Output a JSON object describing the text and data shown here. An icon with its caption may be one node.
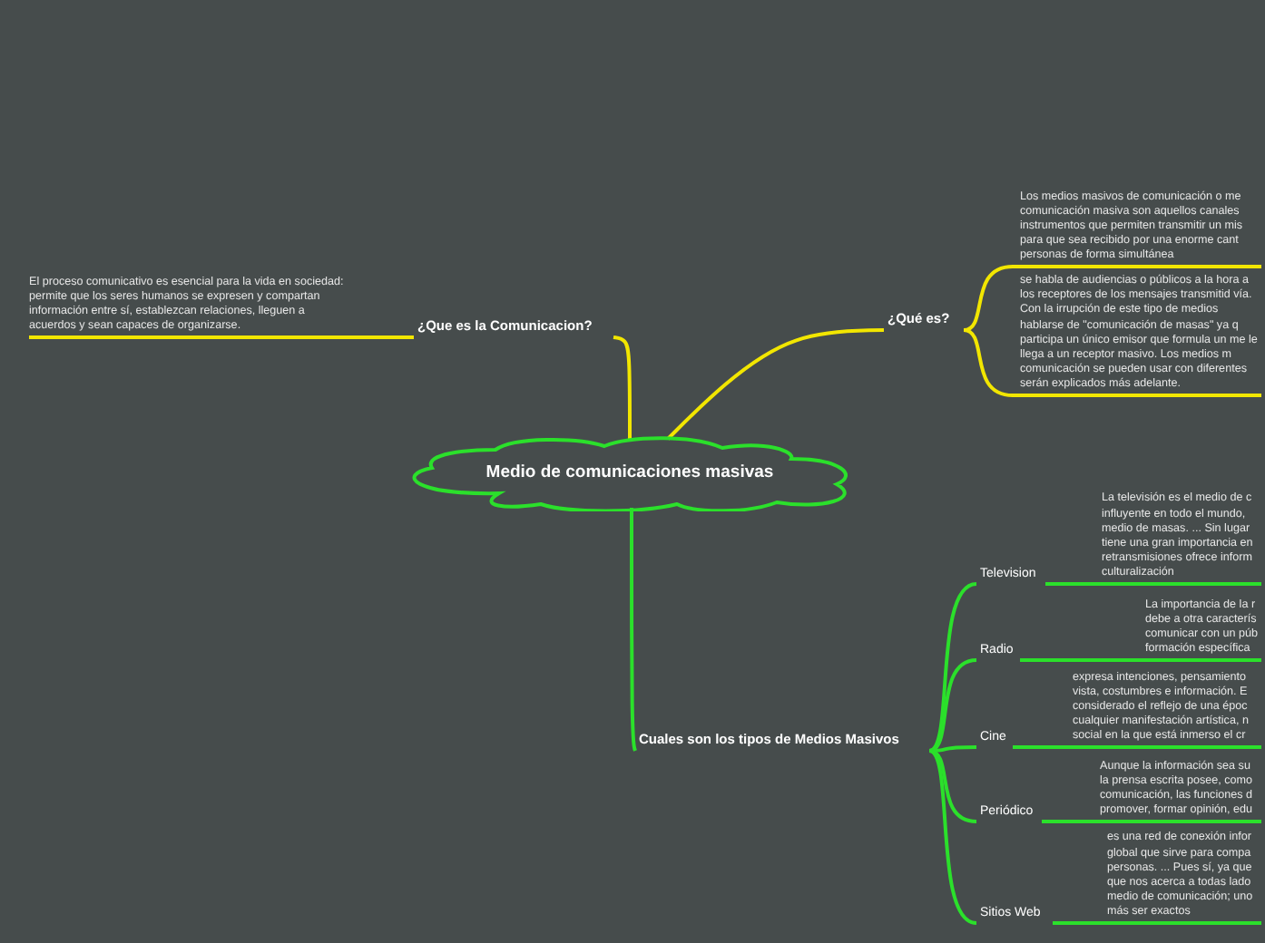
{
  "diagram": {
    "nodes": [
      {
        "text": [
          "Medio de comunicaciones masivas"
        ]
      },
      {
        "text": [
          "¿Que es la Comunicacion?"
        ]
      },
      {
        "text": [
          "El proceso comunicativo es esencial para la vida en sociedad: permite que los seres humanos se expresen y compartan información entre sí, establezcan relaciones, lleguen a acuerdos y sean capaces de organizarse."
        ]
      },
      {
        "text": [
          "¿Qué es?"
        ]
      },
      {
        "text": [
          "Los medios masivos de comunicación o me comunicación masiva son aquellos canales instrumentos que permiten transmitir un mis para que sea recibido por una enorme cant personas de forma simultánea"
        ]
      },
      {
        "text": [
          "se habla de audiencias o públicos a la hora a los receptores de los mensajes transmitid vía. Con la irrupción de este tipo de medios hablarse de \"comunicación de masas\" ya q participa un único emisor que formula un me le llega a un receptor masivo. Los medios m comunicación se pueden usar con diferentes serán explicados más adelante."
        ]
      },
      {
        "text": [
          "Cuales son los tipos de Medios Masivos"
        ]
      },
      {
        "text": [
          "Television"
        ]
      },
      {
        "text": [
          "La televisión es el medio de c influyente en todo el mundo, medio de masas. ... Sin lugar tiene una gran importancia en retransmisiones ofrece inform culturalización"
        ]
      },
      {
        "text": [
          "Radio"
        ]
      },
      {
        "text": [
          "La importancia de la r debe a otra caracterís comunicar con un púb formación específica"
        ]
      },
      {
        "text": [
          "Cine"
        ]
      },
      {
        "text": [
          "expresa intenciones, pensamiento vista, costumbres e información. E considerado el reflejo de una époc cualquier manifestación artística, n social en la que está inmerso el cr"
        ]
      },
      {
        "text": [
          "Periódico"
        ]
      },
      {
        "text": [
          "Aunque la información sea su la prensa escrita posee, como comunicación, las funciones d promover, formar opinión, edu"
        ]
      },
      {
        "text": [
          "Sitios Web"
        ]
      },
      {
        "text": [
          "es una red de conexión infor global que sirve para compa personas. ... Pues sí, ya que que nos acerca a todas lado medio de comunicación; uno más ser exactos"
        ]
      }
    ],
    "edges": [
      {
        "from": 0,
        "to": 1,
        "arrow": "none",
        "color": "#f2e600"
      },
      {
        "from": 1,
        "to": 2,
        "arrow": "none",
        "color": "#f2e600"
      },
      {
        "from": 0,
        "to": 3,
        "arrow": "none",
        "color": "#f2e600"
      },
      {
        "from": 3,
        "to": 4,
        "arrow": "none",
        "color": "#f2e600"
      },
      {
        "from": 3,
        "to": 5,
        "arrow": "none",
        "color": "#f2e600"
      },
      {
        "from": 0,
        "to": 6,
        "arrow": "none"
      },
      {
        "from": 6,
        "to": 7,
        "arrow": "none"
      },
      {
        "from": 7,
        "to": 8,
        "arrow": "none"
      },
      {
        "from": 6,
        "to": 9,
        "arrow": "none"
      },
      {
        "from": 9,
        "to": 10,
        "arrow": "none"
      },
      {
        "from": 6,
        "to": 11,
        "arrow": "none"
      },
      {
        "from": 11,
        "to": 12,
        "arrow": "none"
      },
      {
        "from": 6,
        "to": 13,
        "arrow": "none"
      },
      {
        "from": 13,
        "to": 14,
        "arrow": "none"
      },
      {
        "from": 6,
        "to": 15,
        "arrow": "none"
      },
      {
        "from": 15,
        "to": 16,
        "arrow": "none"
      }
    ]
  }
}
